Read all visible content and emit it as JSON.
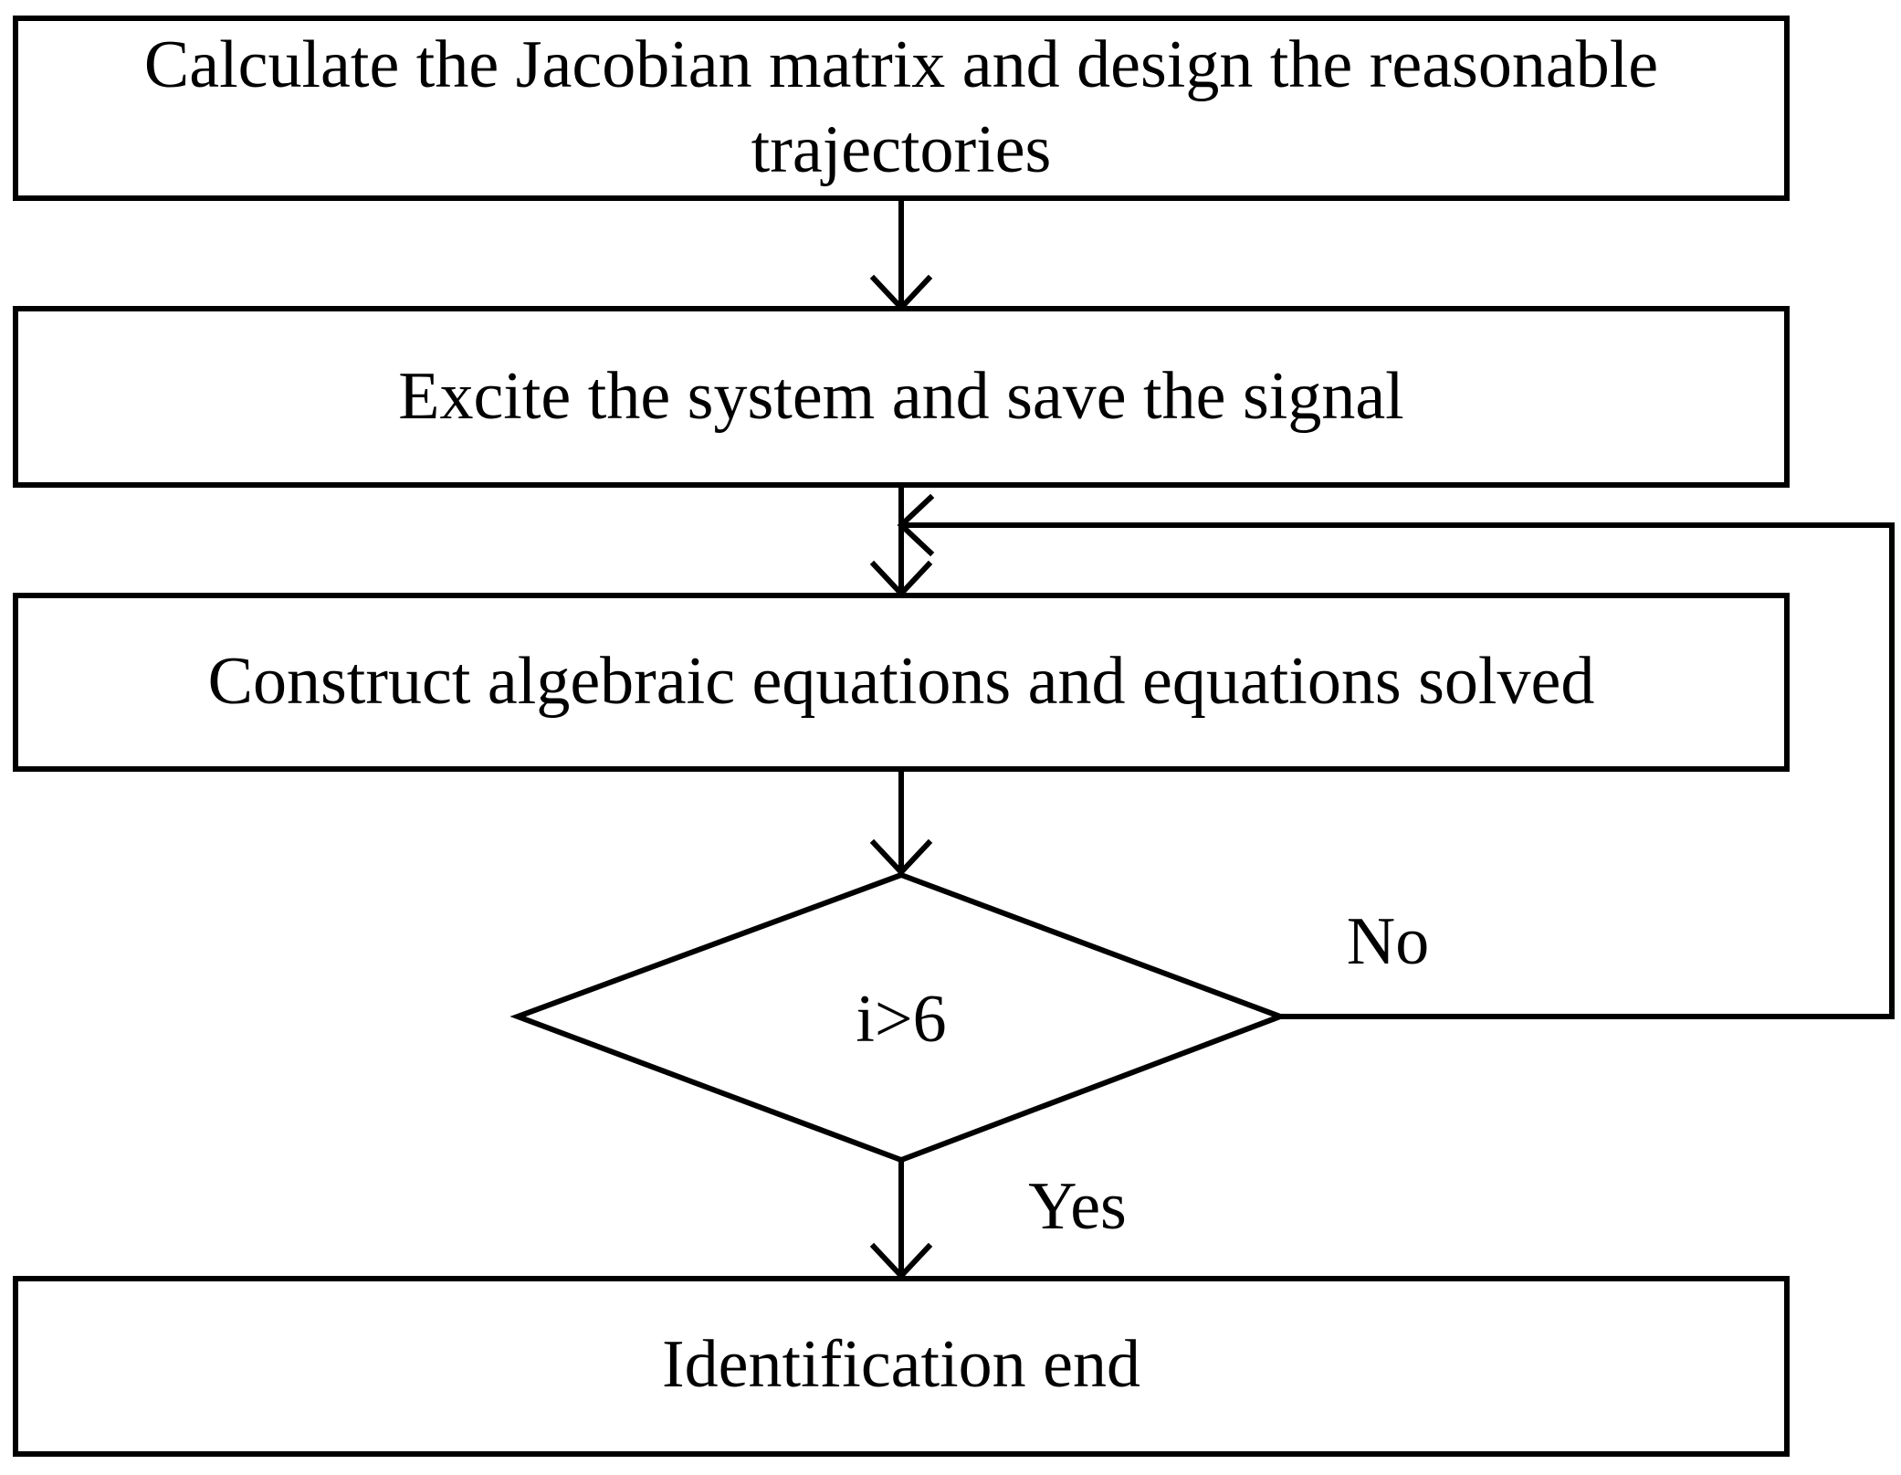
{
  "steps": [
    {
      "line1": "Calculate the Jacobian matrix and design the reasonable",
      "line2": "trajectories"
    },
    {
      "text": "Excite the system and save the signal"
    },
    {
      "text": "Construct algebraic equations and equations solved"
    },
    {
      "text": "Identification end"
    }
  ],
  "decision": {
    "condition": "i>6",
    "no_label": "No",
    "yes_label": "Yes"
  }
}
